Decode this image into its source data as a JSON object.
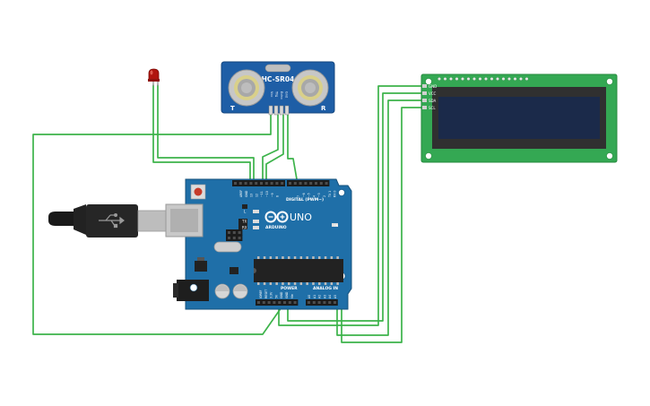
{
  "sensor": {
    "model": "HC-SR04",
    "left_mark": "T",
    "right_mark": "R",
    "pins": [
      "Vcc",
      "Trig",
      "Echo",
      "Gnd"
    ]
  },
  "arduino": {
    "brand": "ARDUINO",
    "model": "UNO",
    "digital_header": "DIGITAL (PWM~)",
    "power_header": "POWER",
    "analog_header": "ANALOG IN",
    "leds": [
      "L",
      "TX",
      "RX"
    ],
    "on_label": "ON",
    "top_pins": [
      "AREF",
      "GND",
      "13",
      "12",
      "~11",
      "~10",
      "~9",
      "8",
      "7",
      "~6",
      "~5",
      "4",
      "~3",
      "2",
      "TX 1",
      "RX 0"
    ],
    "power_pins": [
      "IOREF",
      "RESET",
      "3.3V",
      "5V",
      "GND",
      "GND",
      "Vin"
    ],
    "analog_pins": [
      "A0",
      "A1",
      "A2",
      "A3",
      "A4",
      "A5"
    ]
  },
  "lcd": {
    "pins": [
      "GND",
      "VCC",
      "SDA",
      "SCL"
    ]
  },
  "colors": {
    "wire": "#3cb34a",
    "board": "#1f6fa8",
    "lcd_pcb": "#34a853",
    "lcd_screen": "#1b2a4a",
    "sensor_board": "#1e5ea6",
    "led": "#b0150f"
  }
}
